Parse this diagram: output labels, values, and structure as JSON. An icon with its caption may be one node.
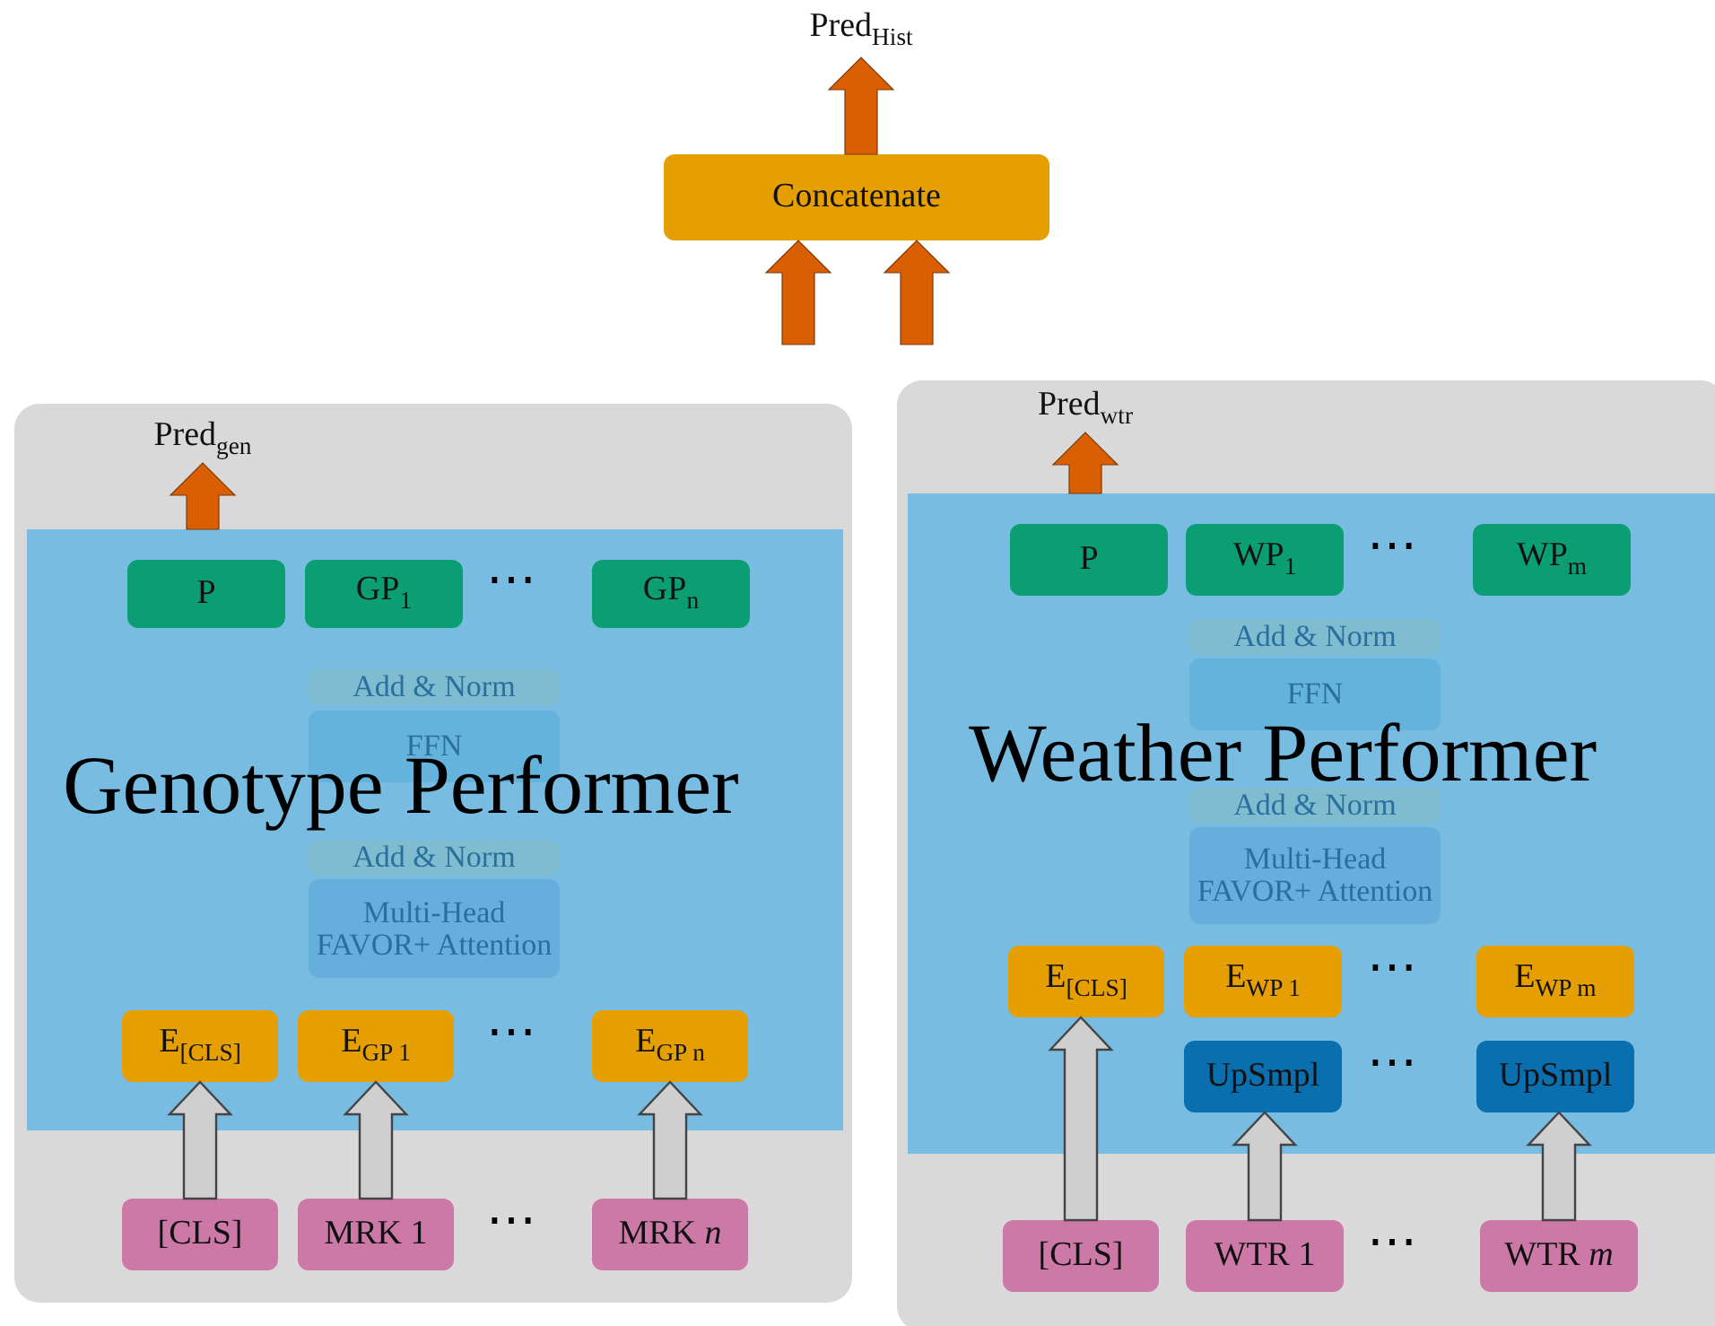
{
  "diagram": {
    "nodes": [
      {
        "text": [
          "Pred$_{Hist}$"
        ]
      },
      {
        "text": [
          "Concatenate"
        ]
      },
      {
        "text": [],
        "shape": "box"
      },
      {
        "text": [
          "Pred$_{gen}$"
        ],
        "in": 2
      },
      {
        "text": [
          "Genotype Performer"
        ],
        "in": 2
      },
      {
        "text": [
          "P"
        ],
        "in": 4
      },
      {
        "text": [
          "GP$_{1}$"
        ],
        "in": 4
      },
      {
        "text": [
          "GP$_{n}$"
        ],
        "in": 4
      },
      {
        "text": [
          "Add & Norm"
        ],
        "in": 4
      },
      {
        "text": [
          "FFN"
        ],
        "in": 4
      },
      {
        "text": [
          "Add & Norm"
        ],
        "in": 4
      },
      {
        "text": [
          "Multi-Head FAVOR+ Attention"
        ],
        "in": 4
      },
      {
        "text": [
          "E$_{[CLS]}$"
        ],
        "in": 4
      },
      {
        "text": [
          "E$_{GP 1}$"
        ],
        "in": 4
      },
      {
        "text": [
          "E$_{GP n}$"
        ],
        "in": 4
      },
      {
        "text": [
          "[CLS]"
        ],
        "in": 2
      },
      {
        "text": [
          "MRK 1"
        ],
        "in": 2
      },
      {
        "text": [
          "MRK *n*"
        ],
        "in": 2
      },
      {
        "text": [],
        "shape": "box"
      },
      {
        "text": [
          "Pred$_{wtr}$"
        ],
        "in": 18
      },
      {
        "text": [
          "Weather Performer"
        ],
        "in": 18
      },
      {
        "text": [
          "P"
        ],
        "in": 20
      },
      {
        "text": [
          "WP$_{1}$"
        ],
        "in": 20
      },
      {
        "text": [
          "WP$_{m}$"
        ],
        "in": 20
      },
      {
        "text": [
          "Add & Norm"
        ],
        "in": 20
      },
      {
        "text": [
          "FFN"
        ],
        "in": 20
      },
      {
        "text": [
          "Add & Norm"
        ],
        "in": 20
      },
      {
        "text": [
          "Multi-Head FAVOR+ Attention"
        ],
        "in": 20
      },
      {
        "text": [
          "E$_{[CLS]}$"
        ],
        "in": 20
      },
      {
        "text": [
          "E$_{WP 1}$"
        ],
        "in": 20
      },
      {
        "text": [
          "E$_{WP m}$"
        ],
        "in": 20
      },
      {
        "text": [
          "UpSmpl"
        ],
        "in": 20
      },
      {
        "text": [
          "UpSmpl"
        ],
        "in": 20
      },
      {
        "text": [
          "[CLS]"
        ],
        "in": 18
      },
      {
        "text": [
          "WTR 1"
        ],
        "in": 18
      },
      {
        "text": [
          "WTR *m*"
        ],
        "in": 18
      }
    ],
    "edges": [
      {
        "from": 1,
        "to": 0,
        "arrow": "to",
        "color": "#d95f02"
      },
      {
        "from": null,
        "to": 1,
        "arrow": "to",
        "color": "#d95f02"
      },
      {
        "from": null,
        "to": 1,
        "arrow": "to",
        "color": "#d95f02"
      },
      {
        "from": 4,
        "to": 3,
        "arrow": "to",
        "color": "#d95f02"
      },
      {
        "from": 15,
        "to": 12,
        "arrow": "to"
      },
      {
        "from": 16,
        "to": 13,
        "arrow": "to"
      },
      {
        "from": 17,
        "to": 14,
        "arrow": "to"
      },
      {
        "from": 20,
        "to": 19,
        "arrow": "to",
        "color": "#d95f02"
      },
      {
        "from": 33,
        "to": 28,
        "arrow": "to"
      },
      {
        "from": 34,
        "to": 31,
        "arrow": "to"
      },
      {
        "from": 35,
        "to": 32,
        "arrow": "to"
      }
    ],
    "labels": [
      "⋯",
      "⋯",
      "⋯",
      "⋯",
      "⋯",
      "⋯",
      "⋯"
    ]
  }
}
